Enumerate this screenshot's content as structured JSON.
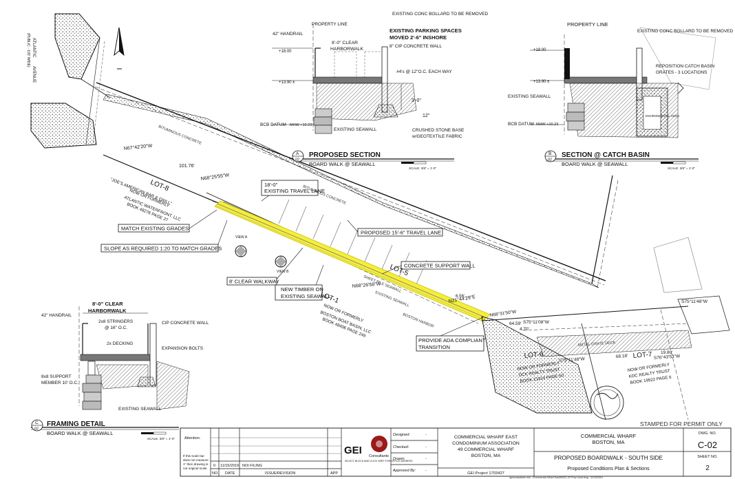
{
  "plan": {
    "callouts": [
      "MATCH EXISTING GRADES",
      "SLOPE AS REQUIRED 1:20 TO MATCH GRADES",
      "8' CLEAR WALKWAY",
      "NEW TIMBER ON EXISTING SEAWALL",
      "18'-0\" EXISTING TRAVEL LANE",
      "PROPOSED 15'-6\" TRAVEL LANE",
      "CONCRETE SUPPORT WALL",
      "PROVIDE ADA COMPLIANT TRANSITION"
    ],
    "lots": [
      "LOT-8",
      "LOT-5",
      "LOT-1",
      "LOT-6",
      "LOT-7"
    ],
    "owners": [
      "\"JOE'S AMERICAN BAR & GRILL\"",
      "NOW OR FORMERLY",
      "ATLANTIC WATERFRONT, LLC",
      "BOOK 48276 PAGE 27",
      "NOW OR FORMERLY",
      "BOSTON BOAT BASIN, LLC",
      "BOOK 48406 PAGE 249",
      "NOW OR FORMERLY",
      "DCK REALTY TRUST",
      "BOOK 21914 PAGE 50",
      "NOW OR FORMERLY",
      "KDC REALTY TRUST",
      "BOOK 19522 PAGE 6"
    ],
    "street": [
      "ATLANTIC",
      "AVENUE",
      "(PUBLIC - 100' WIDE)"
    ],
    "bearings": [
      "N67°42'20\"W",
      "101.76'",
      "N68°25'55\"W",
      "N68°26'58\"W",
      "N21°44'29\"E",
      "6.56'",
      "N68°31'50\"W",
      "64.59'",
      "S75°11'48\"W",
      "S75°11'48\"W",
      "68.18'",
      "S76°43'53\"W",
      "19.80'",
      "S75°11'08\"W",
      "4.70'"
    ],
    "misc": [
      "BITUMINOUS CONCRETE",
      "BITUMINOUS CONCRETE",
      "SHEET PILE SEAWALL",
      "EXISTING SEAWALL",
      "BOSTON HARBOR",
      "METAL GRATE DECK",
      "STAMPED FOR PERMIT ONLY"
    ],
    "tags": [
      "VIEW A",
      "VIEW B"
    ]
  },
  "section_a": {
    "labels": [
      "PROPERTY LINE",
      "42\" HANDRAIL",
      "EXISTING CONC BOLLARD TO BE REMOVED",
      "EXISTING PARKING SPACES",
      "MOVED 2'-6\" INSHORE",
      "8'-0\" CLEAR",
      "HARBORWALK",
      "8\" CIP CONCRETE WALL",
      "#4's @ 12\"O.C. EACH WAY",
      "3'-0\"",
      "12\"",
      "EXISTING SEAWALL",
      "CRUSHED STONE BASE",
      "w/GEOTEXTILE FABRIC",
      "BCB DATUM",
      "MHW +10.23",
      "+18.00",
      "+13.90 ±"
    ],
    "tag_letter": "A",
    "tag_sheet": "02",
    "title": "PROPOSED SECTION",
    "subtitle": "BOARD WALK @ SEAWALL",
    "scale": "SCALE: 3/8\" = 1'-0\""
  },
  "section_b": {
    "labels": [
      "PROPERTY LINE",
      "EXISTING CONC BOLLARD TO BE REMOVED",
      "REPOSITION CATCH BASIN",
      "GRATES - 3 LOCATIONS",
      "EXISTING SEAWALL",
      "ENVIRONMENTAL HOOD",
      "BCB DATUM",
      "MHW +10.23",
      "+18.00",
      "+13.90 ±"
    ],
    "tag_letter": "B",
    "tag_sheet": "02",
    "title": "SECTION @ CATCH BASIN",
    "subtitle": "BOARD WALK @ SEAWALL",
    "scale": "SCALE: 3/8\" = 1'-0\""
  },
  "section_c": {
    "labels": [
      "8'-0\" CLEAR",
      "HARBORWALK",
      "42\" HANDRAIL",
      "2x8 STRINGERS",
      "@ 16\" O.C.",
      "2x DECKING",
      "CIP CONCRETE WALL",
      "EXPANSION BOLTS",
      "8x8 SUPPORT",
      "MEMBER 10' O.C.",
      "EXISTING SEAWALL"
    ],
    "tag_letter": "C",
    "tag_sheet": "02",
    "title": "FRAMING DETAIL",
    "subtitle": "BOARD WALK @ SEAWALL",
    "scale": "SCALE: 3/8\" = 1'-0\""
  },
  "title_block": {
    "attention": "Attention:",
    "scale_note": [
      "If this scale bar",
      "does not measure",
      "1\" then drawing is",
      "not original scale."
    ],
    "rev_headers": [
      "NO.",
      "DATE",
      "ISSUE/REVISION",
      "APP"
    ],
    "revision": {
      "no": "0",
      "date": "11/15/2019",
      "issue": "NOI FILING"
    },
    "consultant": "GEI",
    "consultant_sub": "Consultants",
    "consultant_note": "SELECT BLOCK AND CLICK XREF FOR OFFICE ADDRESS",
    "sign_labels": [
      "Designed:",
      "Checked:",
      "Drawn:",
      "Approved By:"
    ],
    "sign_values": [
      "-",
      "-",
      "-",
      "-"
    ],
    "client": [
      "COMMERCIAL WHARF EAST",
      "CONDOMINIUM ASSOCIATION",
      "49 COMMERCIAL WHARF",
      "BOSTON, MA"
    ],
    "project_no": "GEI Project 1703427",
    "project": [
      "COMMERCIAL WHARF",
      "BOSTON, MA"
    ],
    "sheet_title": "PROPOSED BOARDWALK - SOUTH SIDE",
    "sheet_subtitle": "Proposed Conditions Plan & Sections",
    "dwg_label": "DWG. NO.",
    "dwg_no": "C-02",
    "sheet_label": "SHEET NO.",
    "sheet_no": "2",
    "file_path": "\\geiconsultants.net\\...\\Commercial Wharf East\\NOI\\C-02 Prop Cond.dwg - 11/15/2019"
  }
}
